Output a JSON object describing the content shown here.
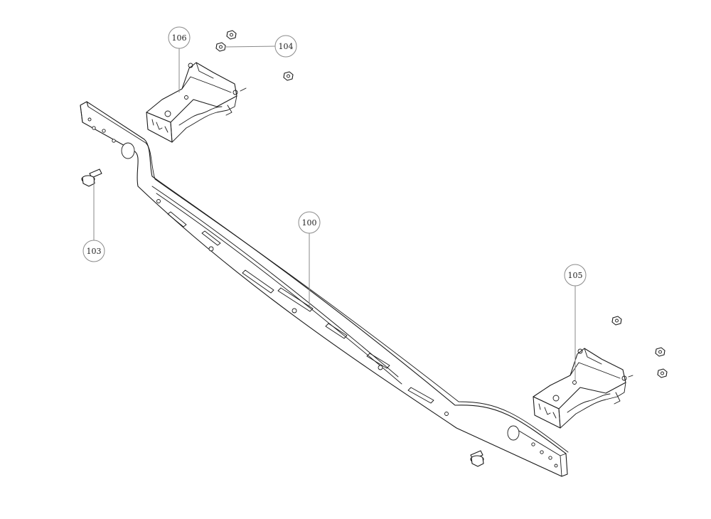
{
  "diagram": {
    "callouts": [
      {
        "id": "c100",
        "label": "100",
        "part": "cross-member"
      },
      {
        "id": "c103",
        "label": "103",
        "part": "flange-bolt"
      },
      {
        "id": "c104",
        "label": "104",
        "part": "hex-nut"
      },
      {
        "id": "c105",
        "label": "105",
        "part": "right-mounting-bracket"
      },
      {
        "id": "c106",
        "label": "106",
        "part": "left-mounting-bracket"
      }
    ],
    "colors": {
      "line": "#1a1a1a",
      "leader": "#8a8a8a",
      "background": "#ffffff"
    }
  }
}
